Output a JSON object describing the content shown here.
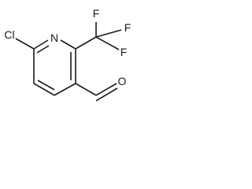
{
  "molecule": {
    "atoms": {
      "chlorine": "Cl",
      "ring_nitrogen": "N",
      "fluorine_top": "F",
      "fluorine_right": "F",
      "fluorine_bottom": "F",
      "aldehyde_oxygen": "O"
    }
  }
}
